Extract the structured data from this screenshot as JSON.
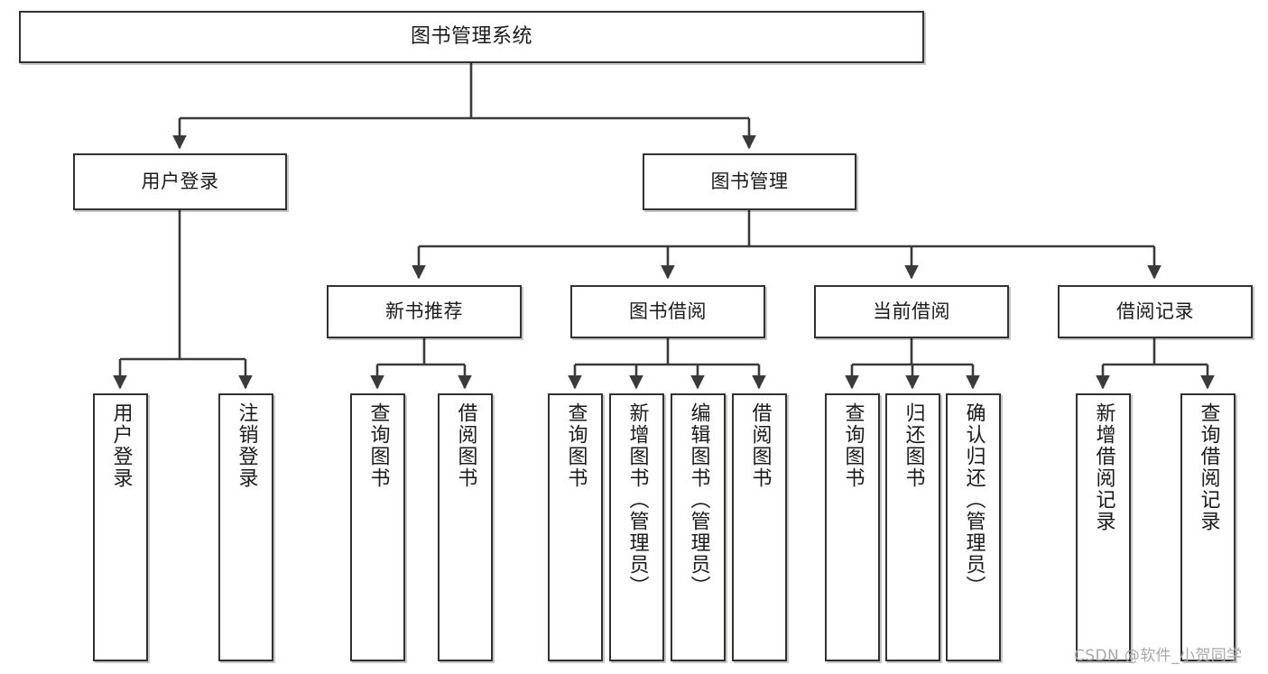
{
  "diagram": {
    "title": "图书管理系统",
    "type": "tree-hierarchy-diagram",
    "colors": {
      "box_border": "#33322f",
      "box_fill": "#ffffff",
      "edge": "#3a3a3a",
      "text": "#1b1b1b",
      "watermark": "#a9a9a9",
      "background": "#ffffff"
    },
    "levels": {
      "root": {
        "label": "图书管理系统"
      },
      "level2": [
        {
          "label": "用户登录"
        },
        {
          "label": "图书管理"
        }
      ],
      "level3": [
        {
          "label": "新书推荐"
        },
        {
          "label": "图书借阅"
        },
        {
          "label": "当前借阅"
        },
        {
          "label": "借阅记录"
        }
      ],
      "leaves": {
        "user_login": [
          {
            "label": "用户登录"
          },
          {
            "label": "注销登录"
          }
        ],
        "new_book_recommend": [
          {
            "label": "查询图书"
          },
          {
            "label": "借阅图书"
          }
        ],
        "book_borrow": [
          {
            "label": "查询图书"
          },
          {
            "label": "新增图书（管理员）"
          },
          {
            "label": "编辑图书（管理员）"
          },
          {
            "label": "借阅图书"
          }
        ],
        "current_borrow": [
          {
            "label": "查询图书"
          },
          {
            "label": "归还图书"
          },
          {
            "label": "确认归还（管理员）"
          }
        ],
        "borrow_record": [
          {
            "label": "新增借阅记录"
          },
          {
            "label": "查询借阅记录"
          }
        ]
      }
    },
    "watermark": "CSDN @软件_小贺同学"
  }
}
